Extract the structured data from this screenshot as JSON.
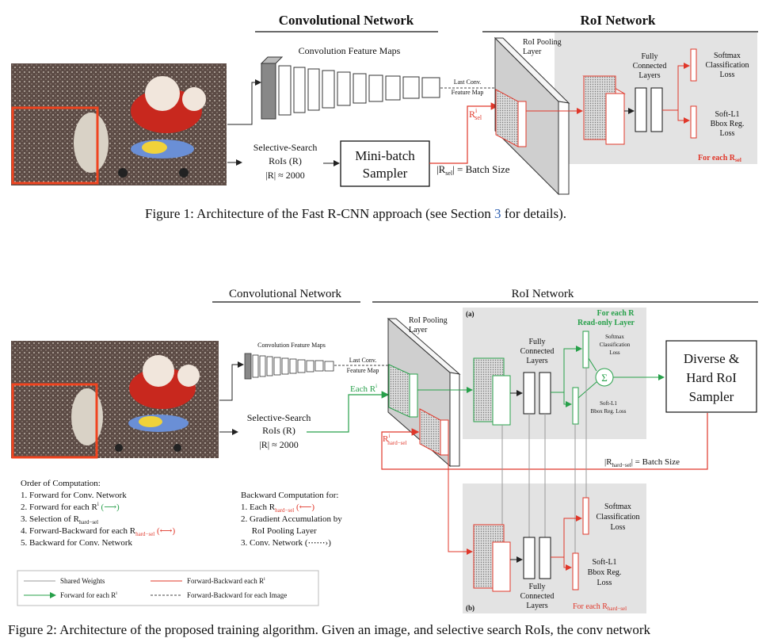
{
  "figure1": {
    "conv_header": "Convolutional Network",
    "roi_header": "RoI Network",
    "conv_maps_label": "Convolution Feature Maps",
    "last_conv_label": [
      "Last Conv.",
      "Feature Map"
    ],
    "roi_pooling_label": [
      "RoI Pooling",
      "Layer"
    ],
    "fc_label": [
      "Fully",
      "Connected",
      "Layers"
    ],
    "softmax_label": [
      "Softmax",
      "Classification",
      "Loss"
    ],
    "softl1_label": [
      "Soft-L1",
      "Bbox Reg.",
      "Loss"
    ],
    "for_each": "For each R",
    "for_each_sub": "sel",
    "ss_label": [
      "Selective-Search",
      "RoIs (R)",
      "|R| ≈ 2000"
    ],
    "sampler_label": [
      "Mini-batch",
      "Sampler"
    ],
    "batch_size": "|R",
    "batch_size_sub": "sel",
    "batch_size_tail": "| = Batch Size",
    "rsel_base": "R",
    "rsel_sup": "i",
    "rsel_sub": "sel",
    "caption_pre": "Figure 1: Architecture of the Fast R-CNN approach (see Section ",
    "caption_ref": "3",
    "caption_post": " for details)."
  },
  "figure2": {
    "conv_header": "Convolutional Network",
    "roi_header": "RoI Network",
    "conv_maps_label": "Convolution Feature Maps",
    "last_conv_label": [
      "Last Conv.",
      "Feature Map"
    ],
    "roi_pooling_label": [
      "RoI Pooling",
      "Layer"
    ],
    "panel_a": "(a)",
    "panel_b": "(b)",
    "for_each_r": "For each R",
    "read_only": "Read-only Layer",
    "fc_label": [
      "Fully",
      "Connected",
      "Layers"
    ],
    "softmax_small": [
      "Softmax",
      "Classification",
      "Loss"
    ],
    "softl1_small": [
      "Soft-L1",
      "Bbox Reg. Loss"
    ],
    "sigma": "Σ",
    "sampler_label": [
      "Diverse &",
      "Hard RoI",
      "Sampler"
    ],
    "each_ri": "Each R",
    "each_ri_sup": "i",
    "rhard_base": "R",
    "rhard_sup": "i",
    "rhard_sub": "hard−sel",
    "ss_label": [
      "Selective-Search",
      "RoIs (R)",
      "|R| ≈ 2000"
    ],
    "batch_size": "|R",
    "batch_size_sub": "hard−sel",
    "batch_size_tail": "| = Batch Size",
    "softmax_b": [
      "Softmax",
      "Classification",
      "Loss"
    ],
    "softl1_b": [
      "Soft-L1",
      "Bbox Reg.",
      "Loss"
    ],
    "for_each_b": "For each R",
    "for_each_b_sub": "hard−sel",
    "order_title": "Order of Computation:",
    "order_items": [
      "1.  Forward for Conv. Network",
      "2.  Forward for each R",
      "3.  Selection of R",
      "4.  Forward-Backward for each R",
      "5.  Backward for Conv. Network"
    ],
    "order_item2_tail": " (⟶)",
    "order_item3_sub": "hard−sel",
    "order_item4_sub": "hard−sel",
    "order_item4_tail": " (⟷)",
    "backward_title": "Backward Computation for:",
    "backward_items": [
      "1.  Each R",
      "2.  Gradient Accumulation by",
      "     RoI Pooling Layer",
      "3.  Conv. Network (⋯⋯›)"
    ],
    "backward_item1_sub": "hard−sel",
    "backward_item1_tail": " (⟵)",
    "legend": {
      "shared": "Shared Weights",
      "forward_each": "Forward for each R",
      "fb_each": "Forward-Backward each R",
      "fb_image": "Forward-Backward for each Image"
    },
    "caption": "Figure 2:  Architecture of the proposed training algorithm.  Given an image, and selective search RoIs, the conv network"
  },
  "colors": {
    "red": "#e0372a",
    "green": "#27a04a",
    "panel_gray": "#e3e3e3"
  }
}
